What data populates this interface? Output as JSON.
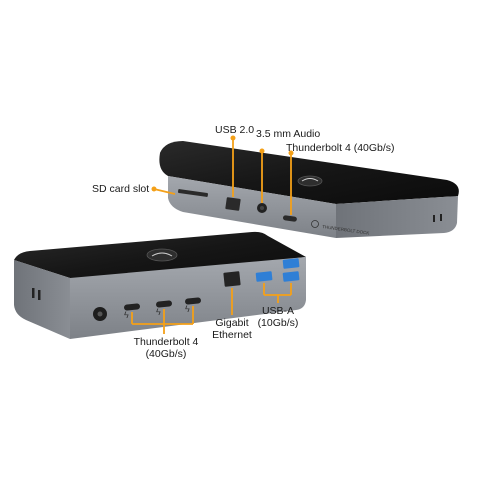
{
  "labels": {
    "usb2": "USB 2.0",
    "audio": "3.5 mm Audio",
    "tb4_top": "Thunderbolt 4 (40Gb/s)",
    "sd": "SD card slot",
    "tb4_bottom_line1": "Thunderbolt 4",
    "tb4_bottom_line2": "(40Gb/s)",
    "ethernet_line1": "Gigabit",
    "ethernet_line2": "Ethernet",
    "usba_line1": "USB-A",
    "usba_line2": "(10Gb/s)"
  },
  "device": {
    "brand_text": "THUNDERBOLT DOCK"
  },
  "colors": {
    "callout": "#f4a018",
    "body_gray": "#8e9298",
    "top_black": "#141414",
    "usb_blue": "#2f7fd6"
  }
}
